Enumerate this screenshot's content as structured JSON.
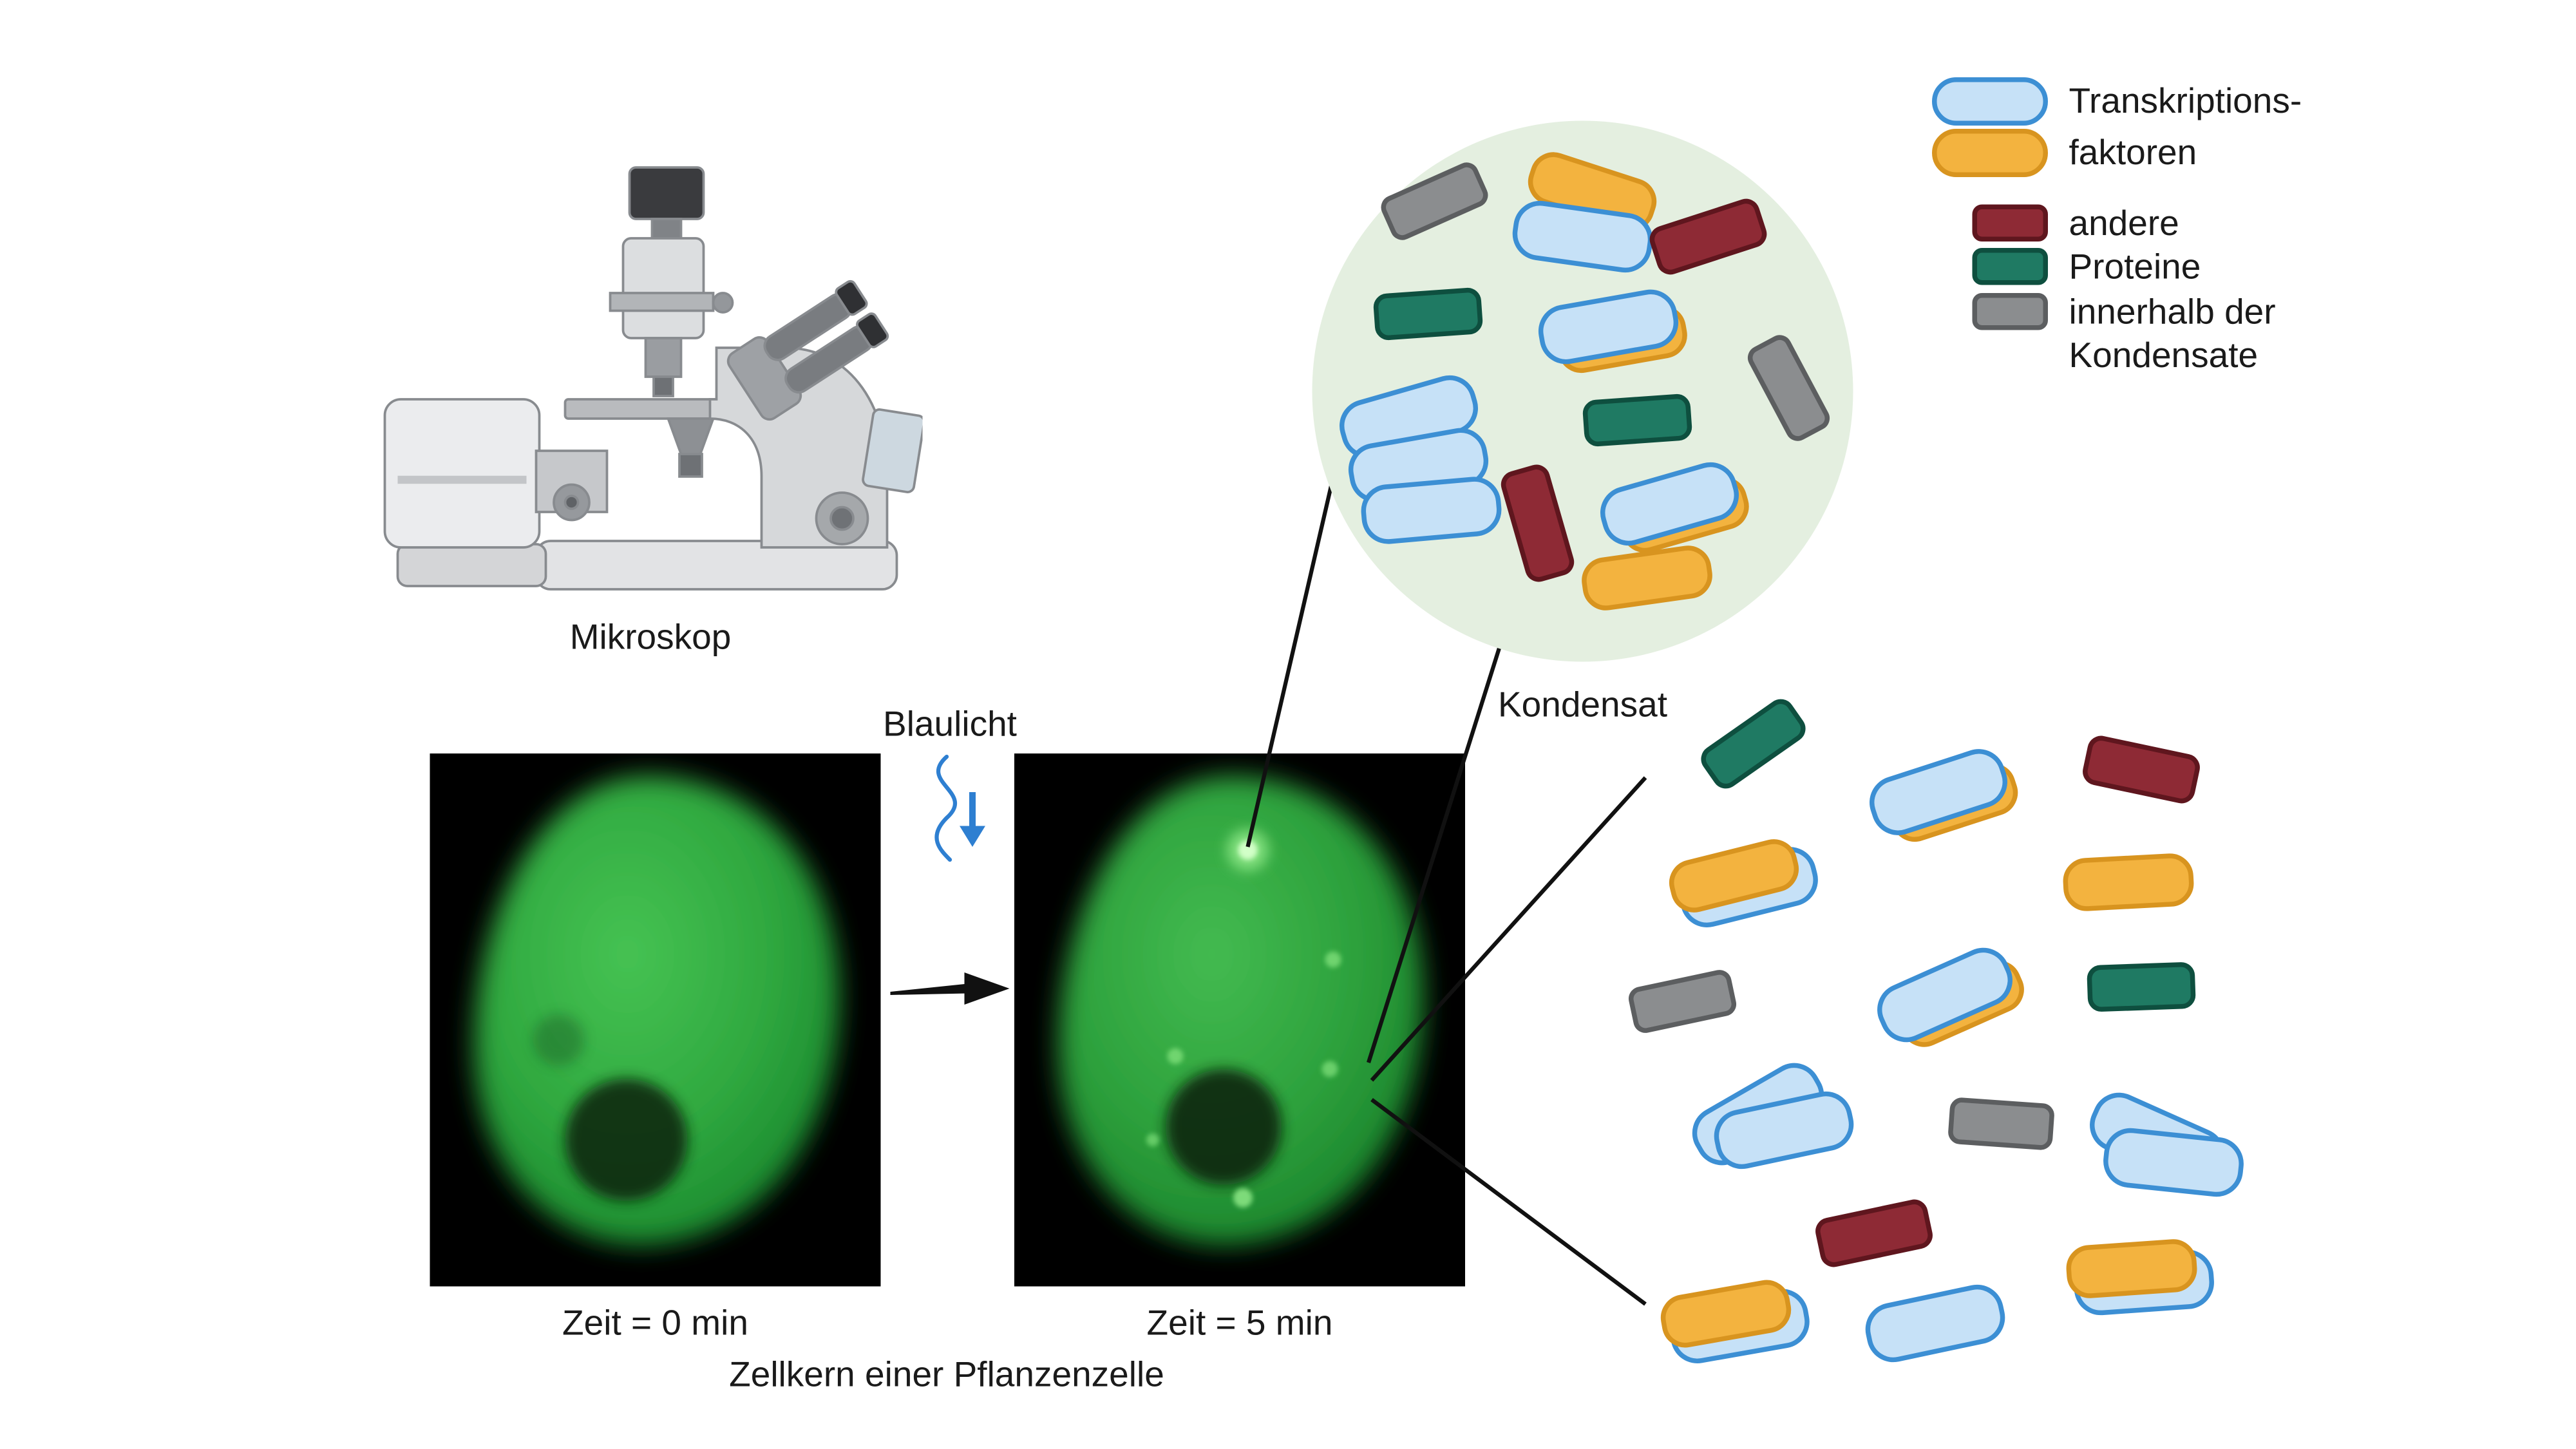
{
  "figure": {
    "microscope_label": "Mikroskop",
    "blue_light_label": "Blaulicht",
    "micrograph_before_caption": "Zeit = 0 min",
    "micrograph_after_caption": "Zeit = 5 min",
    "micrographs_caption": "Zellkern einer Pflanzenzelle",
    "condensate_label": "Kondensat"
  },
  "legend": {
    "transcription_factors": {
      "line1": "Transkriptions-",
      "line2": "faktoren"
    },
    "other_proteins": {
      "line1": "andere",
      "line2": "Proteine",
      "line3": "innerhalb der",
      "line4": "Kondensate"
    }
  },
  "icons": {
    "blue_light_icon": "wave-arrow-down",
    "transition_arrow": "arrow-right"
  },
  "colors": {
    "tf_blue_fill": "#c6e1f7",
    "tf_blue_stroke": "#3c8fd4",
    "tf_orange_fill": "#f3b33f",
    "tf_orange_stroke": "#d8941f",
    "red_fill": "#8e2a35",
    "red_stroke": "#5f161e",
    "teal_fill": "#1f7a63",
    "teal_stroke": "#0e4f3f",
    "gray_fill": "#8b8d8f",
    "gray_stroke": "#5c5e60",
    "condensate_bg": "#e4efe0",
    "blue_light": "#2e7fd1",
    "connector": "#111111",
    "micrograph_green": "#2fa83f",
    "text": "#1a1a1a",
    "background": "#ffffff"
  }
}
